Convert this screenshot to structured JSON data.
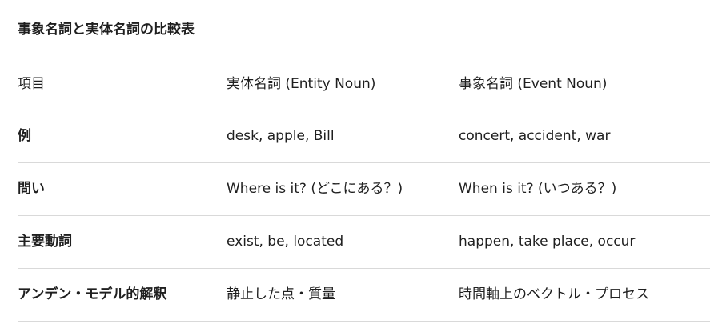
{
  "title": "事象名詞と実体名詞の比較表",
  "table": {
    "headers": [
      "項目",
      "実体名詞 (Entity Noun)",
      "事象名詞 (Event Noun)"
    ],
    "rows": [
      [
        "例",
        "desk, apple, Bill",
        "concert, accident, war"
      ],
      [
        "問い",
        "Where is it? (どこにある？)",
        "When is it? (いつある？)"
      ],
      [
        "主要動詞",
        "exist, be, located",
        "happen, take place, occur"
      ],
      [
        "アンデン・モデル的解釈",
        "静止した点・質量",
        "時間軸上のベクトル・プロセス"
      ]
    ]
  }
}
